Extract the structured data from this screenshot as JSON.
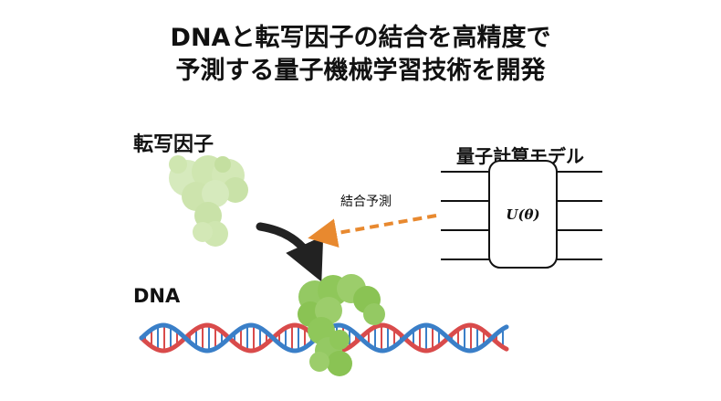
{
  "title": {
    "line1": "DNAと転写因子の結合を高精度で",
    "line2": "予測する量子機械学習技術を開発"
  },
  "labels": {
    "transcription_factor": "転写因子",
    "quantum_model": "量子計算モデル",
    "dna": "DNA",
    "binding_prediction": "結合予測",
    "circuit_operator": "U(θ)"
  },
  "colors": {
    "protein_light": "#cfe6b0",
    "protein_dark": "#8fc75a",
    "dna_red": "#d94b4b",
    "dna_blue": "#3a7fc8",
    "arrow_orange": "#e8892f",
    "arrow_black": "#222222"
  }
}
